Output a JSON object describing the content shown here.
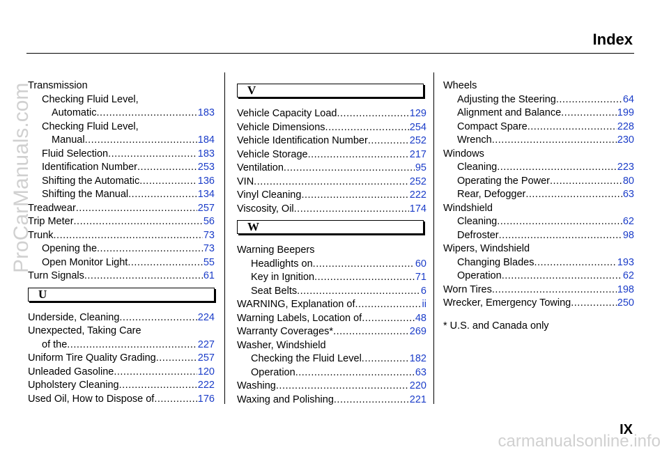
{
  "header": {
    "title": "Index"
  },
  "footer": {
    "page_number": "IX"
  },
  "footnote": "* U.S. and Canada only",
  "watermarks": {
    "left": "ProCarManuals.com",
    "bottom": "carmanualsonline.info"
  },
  "columns": [
    {
      "blocks": [
        {
          "kind": "entries",
          "entries": [
            {
              "level": 1,
              "text": "Transmission"
            },
            {
              "level": 2,
              "text": "Checking Fluid Level,"
            },
            {
              "level": 3,
              "text": "Automatic",
              "page": "183"
            },
            {
              "level": 2,
              "text": "Checking Fluid Level,"
            },
            {
              "level": 3,
              "text": "Manual",
              "page": "184"
            },
            {
              "level": 2,
              "text": "Fluid Selection",
              "page": "183"
            },
            {
              "level": 2,
              "text": "Identification Number",
              "page": "253"
            },
            {
              "level": 2,
              "text": "Shifting the Automatic",
              "page": "136"
            },
            {
              "level": 2,
              "text": "Shifting the Manual",
              "page": "134"
            },
            {
              "level": 1,
              "text": "Treadwear",
              "page": "257"
            },
            {
              "level": 1,
              "text": "Trip Meter",
              "page": "56"
            },
            {
              "level": 1,
              "text": "Trunk",
              "page": "73"
            },
            {
              "level": 2,
              "text": "Opening the",
              "page": "73"
            },
            {
              "level": 2,
              "text": "Open Monitor Light",
              "page": "55"
            },
            {
              "level": 1,
              "text": "Turn Signals",
              "page": "61"
            }
          ]
        },
        {
          "kind": "letter",
          "letter": "U"
        },
        {
          "kind": "entries",
          "entries": [
            {
              "level": 1,
              "text": "Underside, Cleaning",
              "page": "224"
            },
            {
              "level": 1,
              "text": "Unexpected, Taking Care"
            },
            {
              "level": 2,
              "text": "of the",
              "page": "227"
            },
            {
              "level": 1,
              "text": "Uniform Tire Quality Grading",
              "page": "257"
            },
            {
              "level": 1,
              "text": "Unleaded Gasoline",
              "page": "120"
            },
            {
              "level": 1,
              "text": "Upholstery Cleaning",
              "page": "222"
            },
            {
              "level": 1,
              "text": "Used Oil, How to Dispose of",
              "page": "176"
            }
          ]
        }
      ]
    },
    {
      "blocks": [
        {
          "kind": "letter",
          "letter": "V"
        },
        {
          "kind": "entries",
          "entries": [
            {
              "level": 1,
              "text": "Vehicle Capacity Load",
              "page": "129"
            },
            {
              "level": 1,
              "text": "Vehicle Dimensions",
              "page": "254"
            },
            {
              "level": 1,
              "text": "Vehicle Identification Number",
              "page": "252"
            },
            {
              "level": 1,
              "text": "Vehicle Storage",
              "page": "217"
            },
            {
              "level": 1,
              "text": "Ventilation",
              "page": "95"
            },
            {
              "level": 1,
              "text": "VIN",
              "page": "252"
            },
            {
              "level": 1,
              "text": "Vinyl Cleaning",
              "page": "222"
            },
            {
              "level": 1,
              "text": "Viscosity, Oil",
              "page": "174"
            }
          ]
        },
        {
          "kind": "letter",
          "letter": "W"
        },
        {
          "kind": "entries",
          "entries": [
            {
              "level": 1,
              "text": "Warning Beepers"
            },
            {
              "level": 2,
              "text": "Headlights on",
              "page": "60"
            },
            {
              "level": 2,
              "text": "Key in Ignition",
              "page": "71"
            },
            {
              "level": 2,
              "text": "Seat Belts",
              "page": "6"
            },
            {
              "level": 1,
              "text": "WARNING, Explanation of",
              "page": "ii"
            },
            {
              "level": 1,
              "text": "Warning Labels, Location of",
              "page": "48"
            },
            {
              "level": 1,
              "text": "Warranty Coverages*",
              "page": "269"
            },
            {
              "level": 1,
              "text": "Washer, Windshield"
            },
            {
              "level": 2,
              "text": "Checking the Fluid Level",
              "page": "182"
            },
            {
              "level": 2,
              "text": "Operation",
              "page": "63"
            },
            {
              "level": 1,
              "text": "Washing",
              "page": "220"
            },
            {
              "level": 1,
              "text": "Waxing and Polishing",
              "page": "221"
            }
          ]
        }
      ]
    },
    {
      "blocks": [
        {
          "kind": "entries",
          "entries": [
            {
              "level": 1,
              "text": "Wheels"
            },
            {
              "level": 2,
              "text": "Adjusting the Steering",
              "page": "64"
            },
            {
              "level": 2,
              "text": "Alignment and Balance",
              "page": "199"
            },
            {
              "level": 2,
              "text": "Compact Spare",
              "page": "228"
            },
            {
              "level": 2,
              "text": "Wrench",
              "page": "230"
            },
            {
              "level": 1,
              "text": "Windows"
            },
            {
              "level": 2,
              "text": "Cleaning",
              "page": "223"
            },
            {
              "level": 2,
              "text": "Operating the Power",
              "page": "80"
            },
            {
              "level": 2,
              "text": "Rear, Defogger",
              "page": "63"
            },
            {
              "level": 1,
              "text": "Windshield"
            },
            {
              "level": 2,
              "text": "Cleaning",
              "page": "62"
            },
            {
              "level": 2,
              "text": "Defroster",
              "page": "98"
            },
            {
              "level": 1,
              "text": "Wipers, Windshield"
            },
            {
              "level": 2,
              "text": "Changing Blades",
              "page": "193"
            },
            {
              "level": 2,
              "text": "Operation",
              "page": "62"
            },
            {
              "level": 1,
              "text": "Worn Tires",
              "page": "198"
            },
            {
              "level": 1,
              "text": "Wrecker, Emergency Towing",
              "page": "250"
            }
          ]
        },
        {
          "kind": "footnote"
        }
      ]
    }
  ]
}
